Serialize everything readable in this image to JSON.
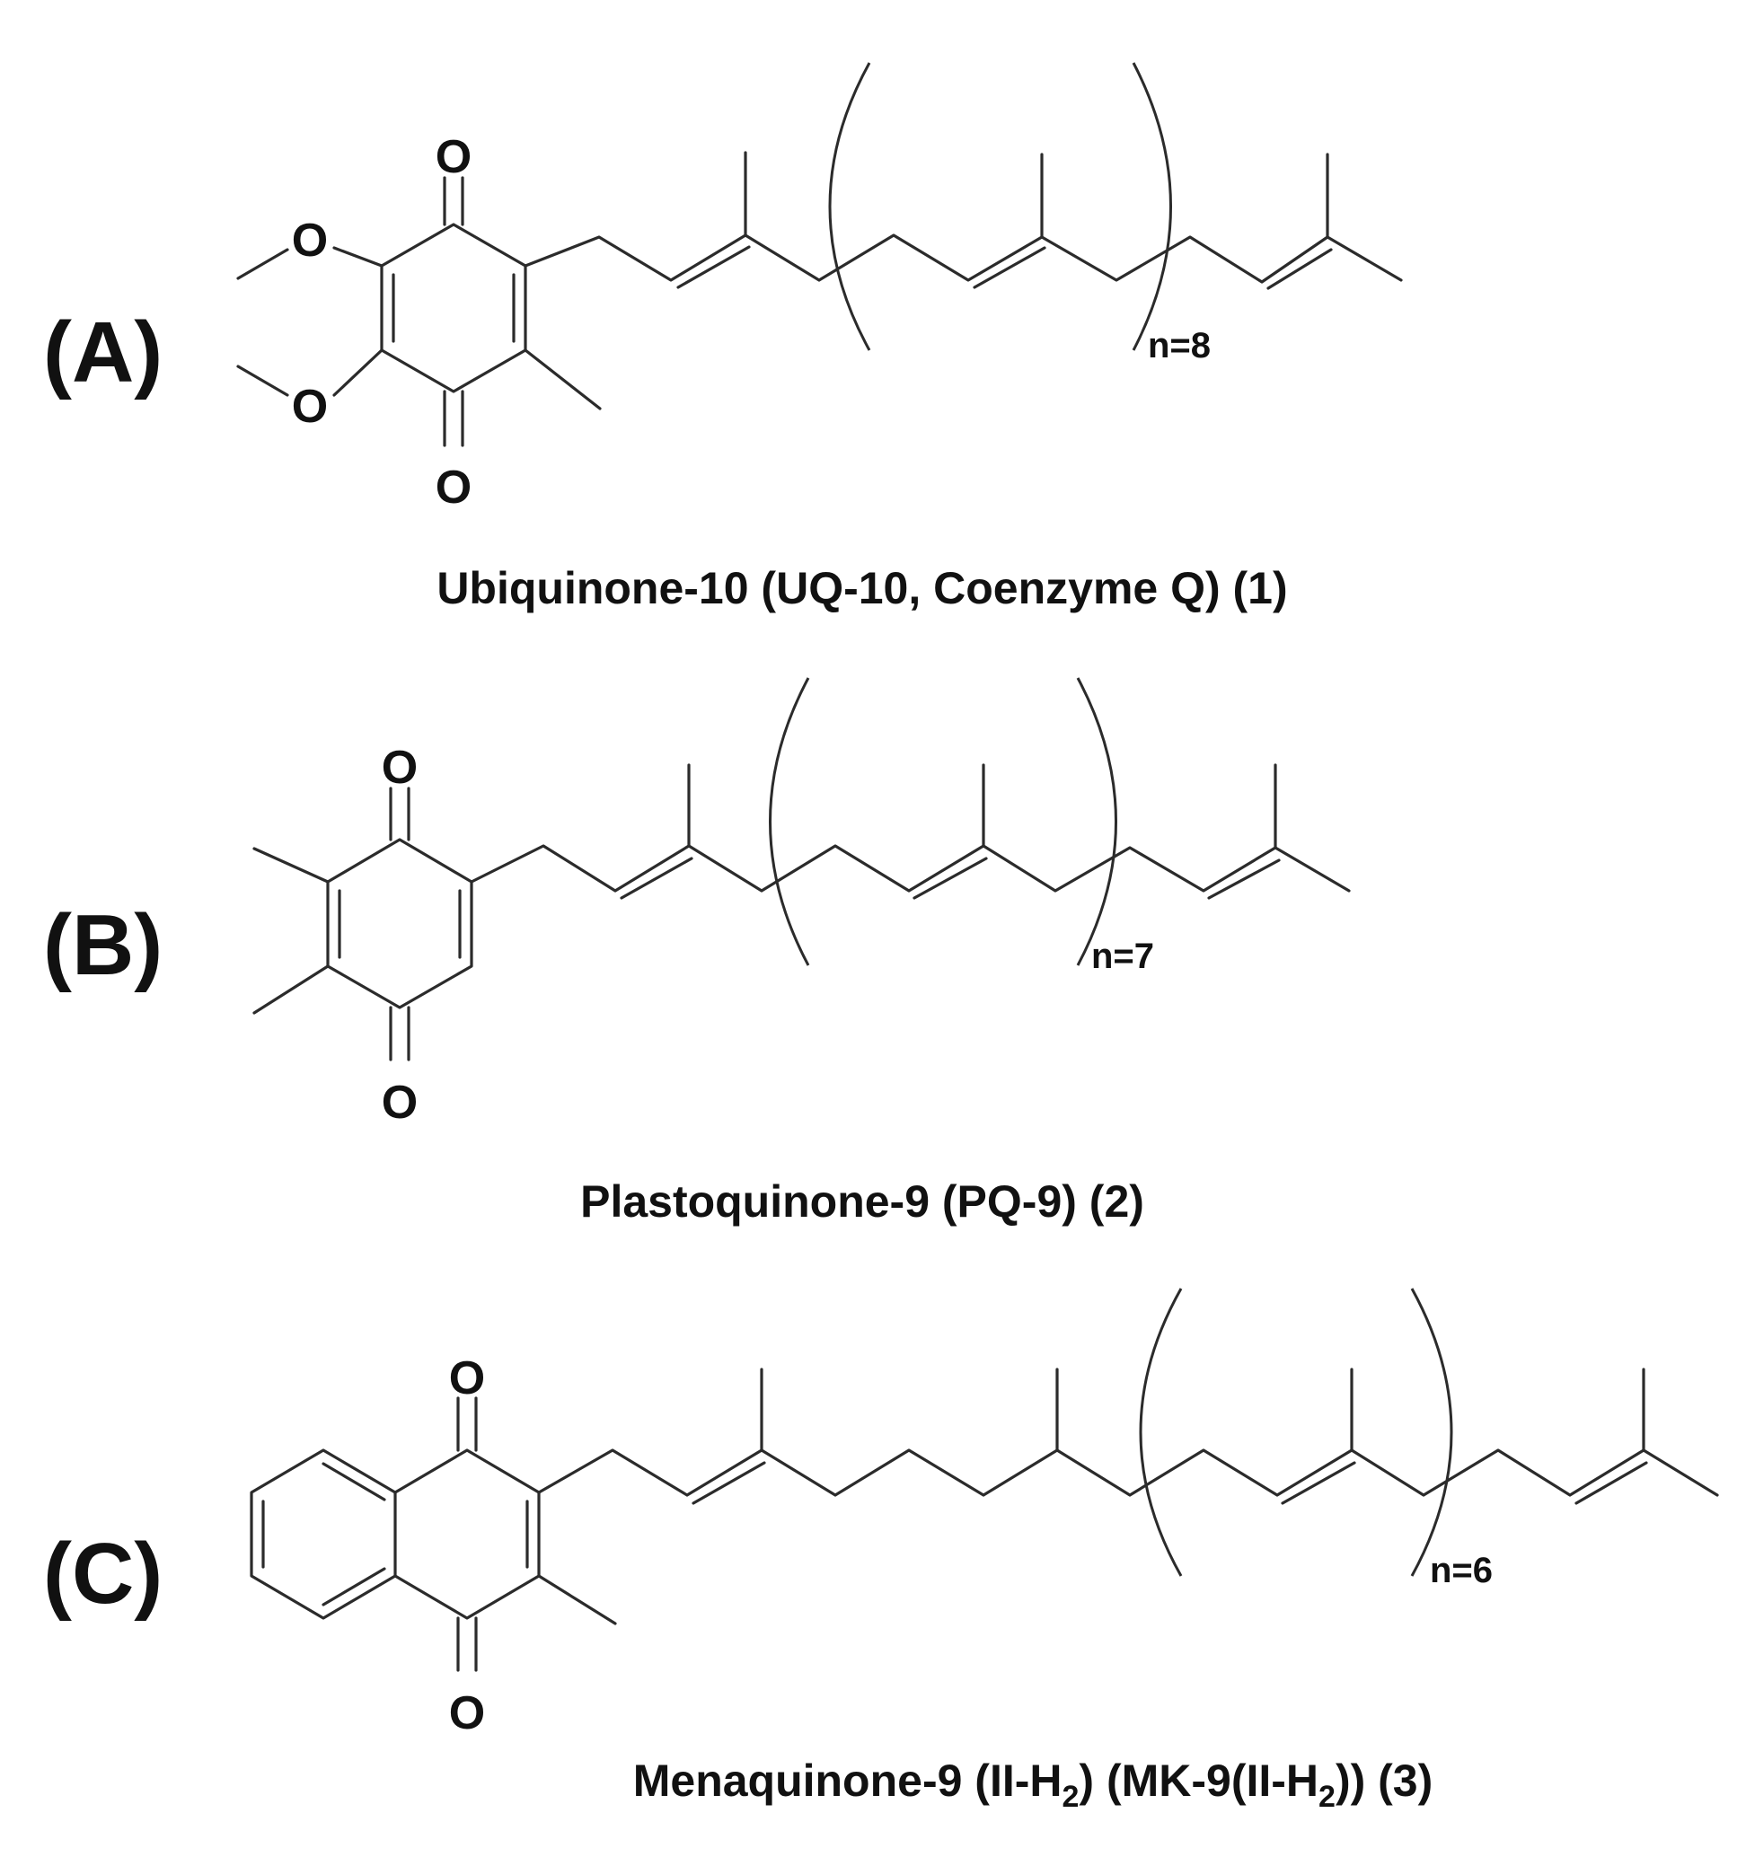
{
  "figure": {
    "panels": [
      {
        "label": "(A)",
        "caption": "Ubiquinone-10 (UQ-10, Coenzyme Q) (1)",
        "repeat": "n=8",
        "atom_labels": [
          "O",
          "O",
          "O",
          "O"
        ]
      },
      {
        "label": "(B)",
        "caption": "Plastoquinone-9 (PQ-9) (2)",
        "repeat": "n=7",
        "atom_labels": [
          "O",
          "O"
        ]
      },
      {
        "label": "(C)",
        "caption_parts": [
          "Menaquinone-9 (II-H",
          "2",
          ") (MK-9(II-H",
          "2",
          ")) (3)"
        ],
        "repeat": "n=6",
        "atom_labels": [
          "O",
          "O"
        ]
      }
    ]
  }
}
